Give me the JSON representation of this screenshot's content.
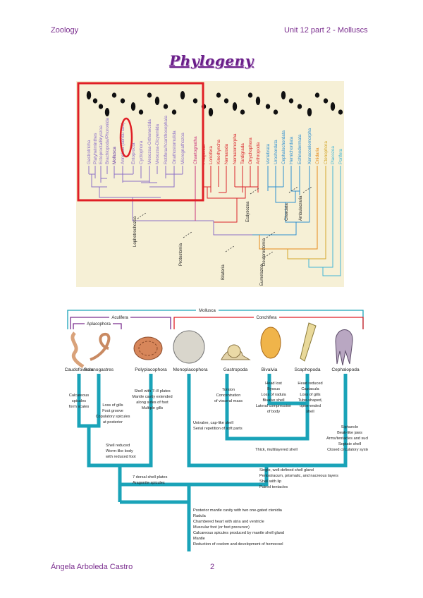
{
  "header": {
    "left": "Zoology",
    "right": "Unit 12 part 2 - Molluscs"
  },
  "title": "Phylogeny",
  "footer": {
    "author": "Ángela Arboleda Castro",
    "page": "2"
  },
  "colors": {
    "accent": "#7a2d8e",
    "highlight": "#e01f26",
    "mollusc_tree": "#1aa3b8"
  },
  "animal_tree": {
    "taxa": [
      "Gastrotricha",
      "Platyhelminthes",
      "Ectoprocta/Bryozoa",
      "Brachiopoda/Phoronida",
      "Mollusca",
      "Annelida (sensu lato)",
      "Entoprocta",
      "Cycliophora",
      "Mesozoa-Orthonectida",
      "Mesozoa-Dicyemida",
      "Rotifera/Acanthocephala",
      "Gnathostomulida",
      "Micrognathozoa",
      "Chaetognatha",
      "Priapulida",
      "Loricifera",
      "Kinorhyncha",
      "Nematoda",
      "Nematomorpha",
      "Tardigrada",
      "Onychophora",
      "Arthropoda",
      "Vertebrata",
      "Urochordata",
      "Cephalochordata",
      "Hemichordata",
      "Echinodermata",
      "Xenacoelomorpha",
      "Cnidaria",
      "Ctenophora",
      "Placozoa",
      "Porifera"
    ],
    "clades": [
      "Lophotrochozoa",
      "Protostomia",
      "Ecdysozoa",
      "Deuterostomia",
      "Chordata",
      "Ambulacraria",
      "Bilateria",
      "Eumetazoa"
    ]
  },
  "mollusc_tree": {
    "top_label": "Mollusca",
    "aculifera": "Aculifera",
    "aplacophora": "Aplacophora",
    "conchifera": "Conchifera",
    "classes": [
      "Caudofoveata",
      "Solenogastres",
      "Polyplacophora",
      "Monoplacophora",
      "Gastropoda",
      "Bivalvia",
      "Scaphopoda",
      "Cephalopoda"
    ],
    "notes": {
      "caudofoveata": [
        "Calcareous",
        "spicules",
        "form scales"
      ],
      "solenogastres": [
        "Loss of gills",
        "Foot groove",
        "Copulatory spicules",
        "at posterior"
      ],
      "polyplacophora": [
        "Shell with 7–8 plates",
        "Mantle cavity extended",
        "along sides of foot",
        "Multiple gills"
      ],
      "conchifera_base": [
        "Univalve, cap-like shell",
        "Serial repetition of soft parts"
      ],
      "gastropoda": [
        "Torsion",
        "Concentration",
        "of visceral mass"
      ],
      "bivalvia": [
        "Head lost",
        "Byssus",
        "Loss of radula",
        "Bivalve shell",
        "Lateral compression",
        "of body"
      ],
      "scaphopoda": [
        "Head reduced",
        "Captacula",
        "Loss of gills",
        "Tube-shaped,",
        "open-ended",
        "shell"
      ],
      "cephalopoda": [
        "Siphuncle",
        "Beak-like jaws",
        "Arms/tentacles and sucker",
        "Septate shell",
        "Closed circulatory system"
      ],
      "shell_reduced": [
        "Shell reduced",
        "Worm-like body",
        "with reduced foot"
      ],
      "scaphobiv": [
        "Thick, multilayered shell"
      ],
      "aculifera_base": [
        "7 dorsal shell plates",
        "Aragonite spicules"
      ],
      "conch_base": [
        "Single, well-defined shell gland",
        "Periostracum, prismatic, and nacreous layers",
        "Shell with lip",
        "Paired tentacles"
      ],
      "root": [
        "Posterior mantle cavity with two one-gated ctenidia",
        "Radula",
        "Chambered heart with atria and ventricle",
        "Muscular foot (or foot precursor)",
        "Calcareous spicules produced by mantle shell gland",
        "Mantle",
        "Reduction of coelom and development of hemocoel"
      ]
    }
  }
}
